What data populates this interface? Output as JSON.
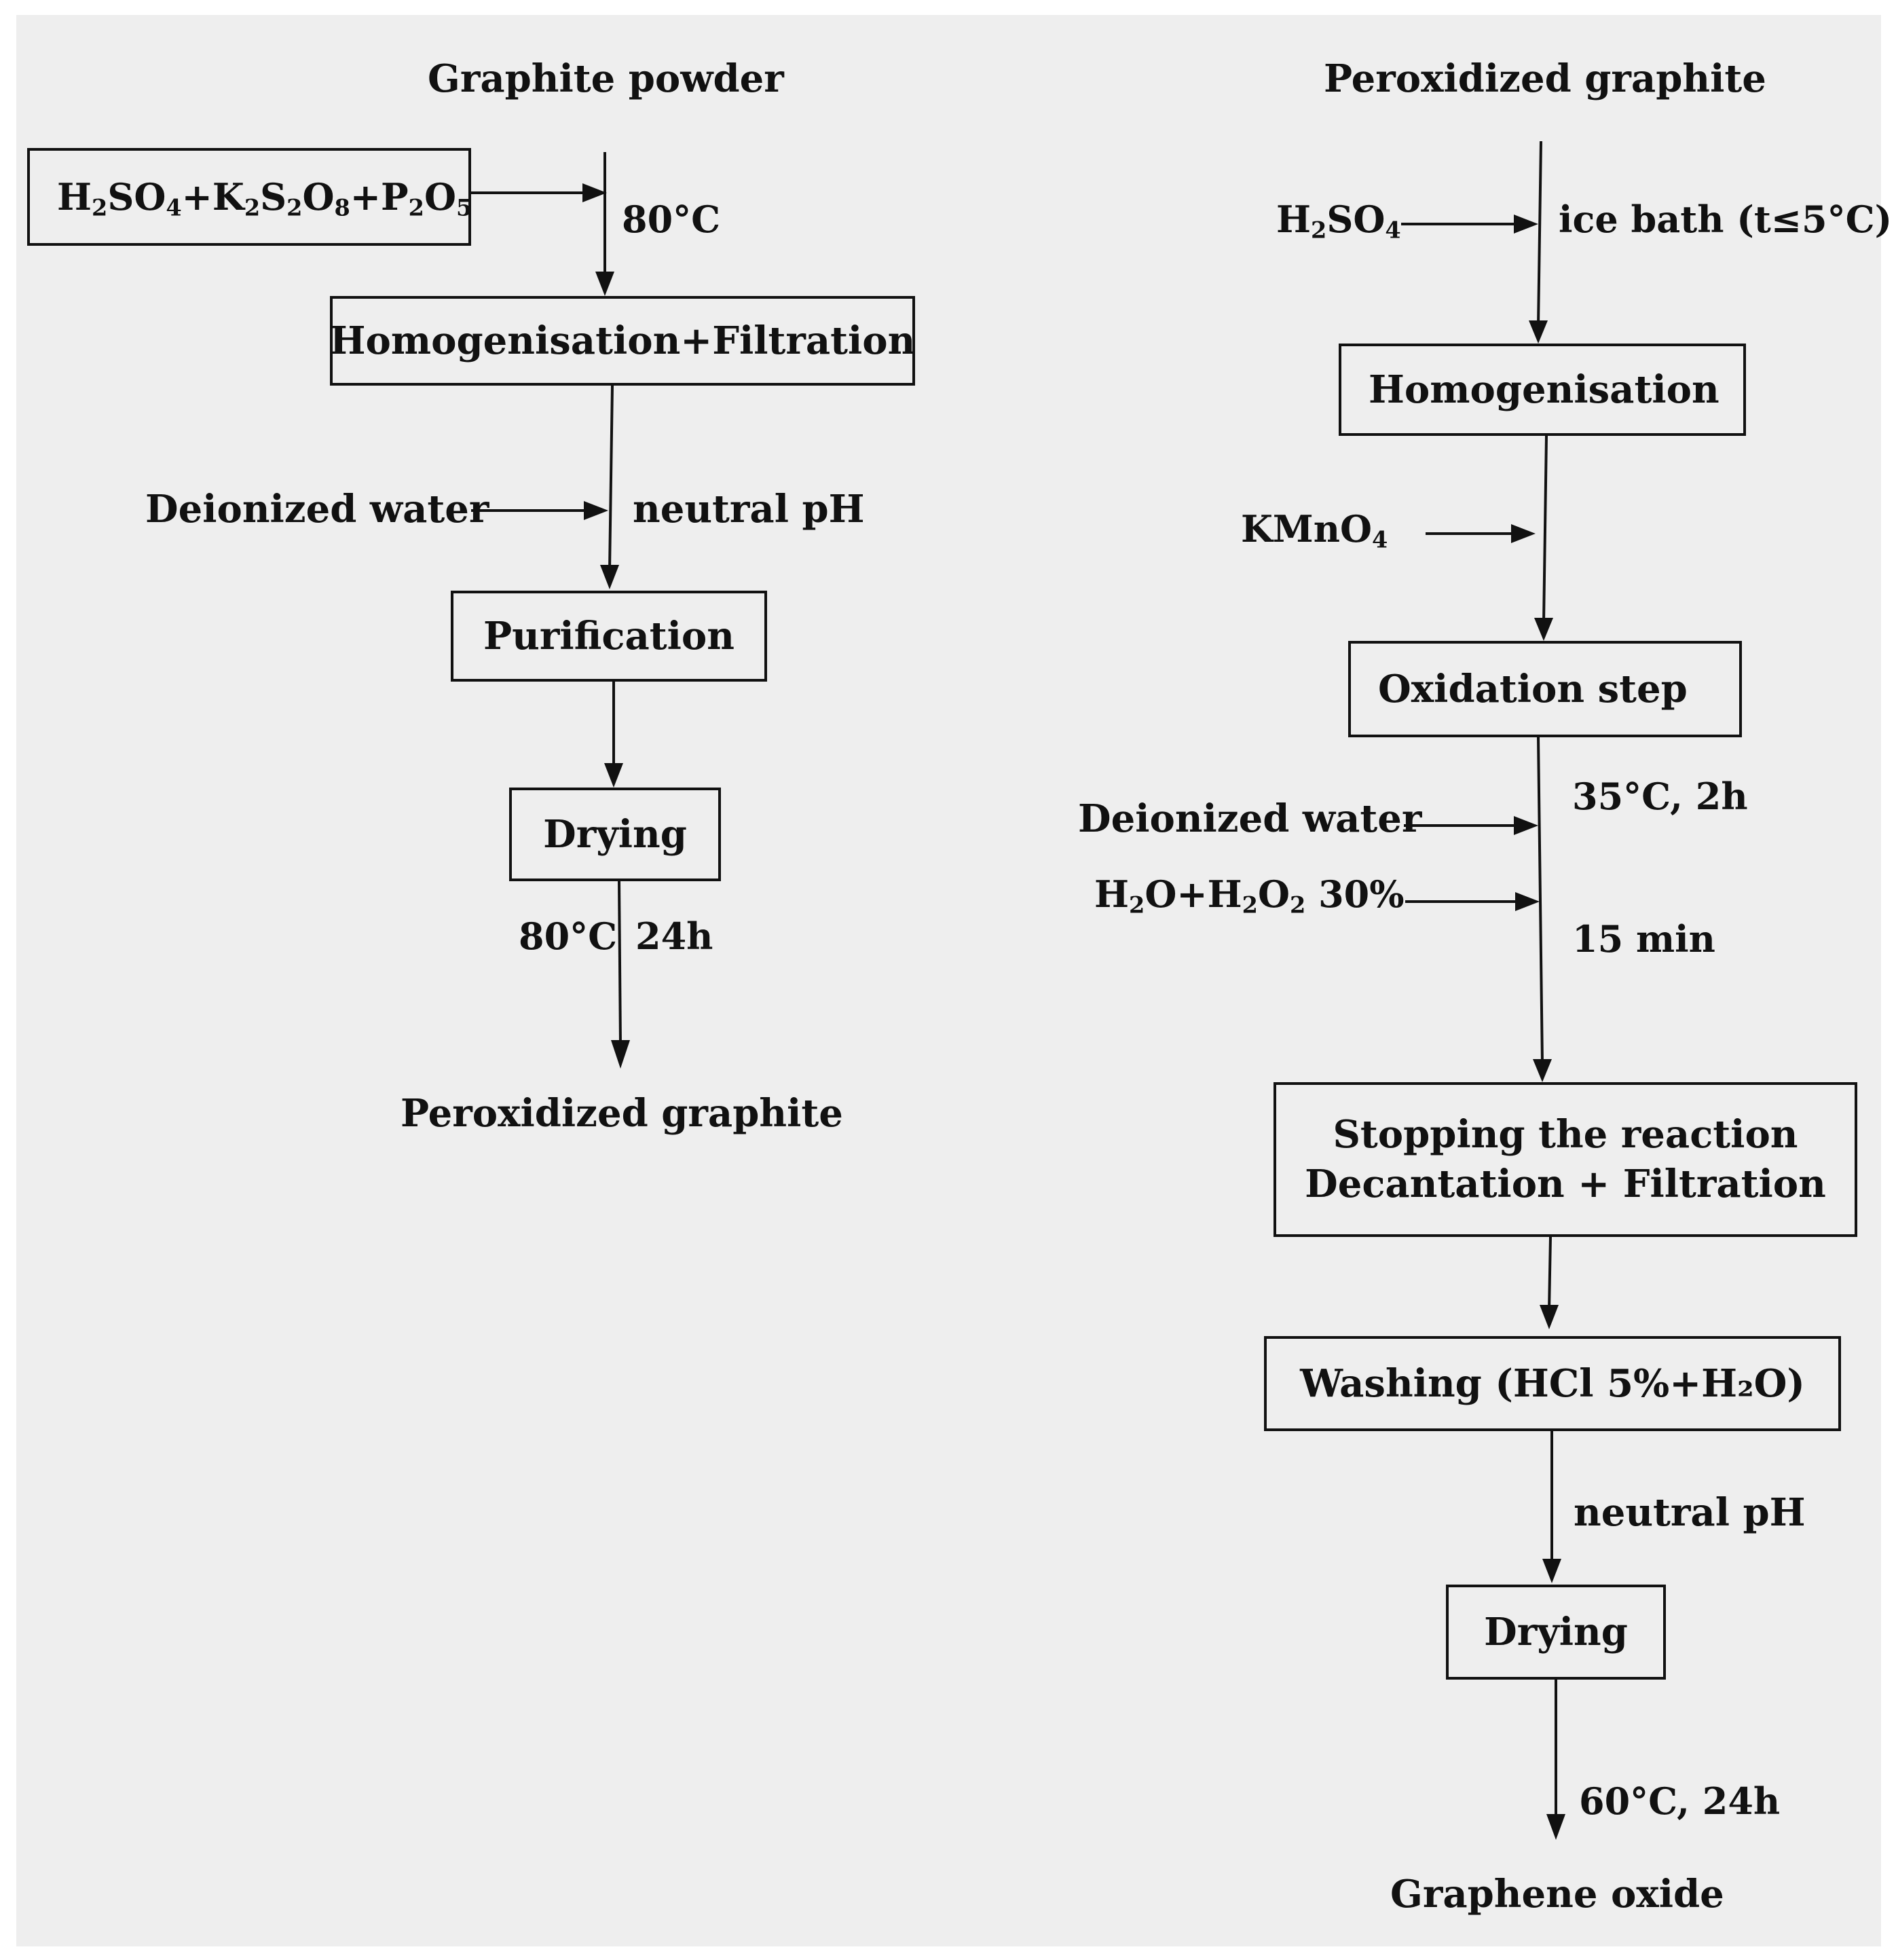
{
  "left_flow": {
    "start_label": "Graphite powder",
    "reagent_box": {
      "base": [
        "H",
        "SO",
        "+K",
        "S",
        "O",
        "+P",
        "O"
      ],
      "subs": [
        "2",
        "4",
        "2",
        "2",
        "8",
        "2",
        "5"
      ]
    },
    "cond_1": "80°C",
    "step_1": "Homogenisation+Filtration",
    "input_water": "Deionized water",
    "cond_2": "neutral pH",
    "step_2": "Purification",
    "step_3": "Drying",
    "cond_3a": "80°C",
    "cond_3b": "24h",
    "end_label": "Peroxidized graphite"
  },
  "right_flow": {
    "start_label": "Peroxidized graphite",
    "input_acid": {
      "base": [
        "H",
        "SO"
      ],
      "subs": [
        "2",
        "4"
      ]
    },
    "cond_1": "ice bath (t≤5°C)",
    "step_1": "Homogenisation",
    "input_kmno4": {
      "base": [
        "KMnO"
      ],
      "subs": [
        "4"
      ]
    },
    "step_2": "Oxidation step",
    "cond_2": "35°C, 2h",
    "input_water": "Deionized water",
    "input_peroxide": {
      "base": [
        "H",
        "O+H",
        "O",
        " 30%"
      ],
      "subs": [
        "2",
        "2",
        "2",
        ""
      ]
    },
    "cond_3": "15 min",
    "step_3_line1": "Stopping the reaction",
    "step_3_line2": "Decantation + Filtration",
    "step_4": "Washing (HCl 5%+H₂O)",
    "cond_4": "neutral pH",
    "step_5": "Drying",
    "cond_5": "60°C, 24h",
    "end_label": "Graphene oxide"
  },
  "colors": {
    "background": "#eeeeee",
    "ink": "#111111",
    "page": "#ffffff"
  }
}
